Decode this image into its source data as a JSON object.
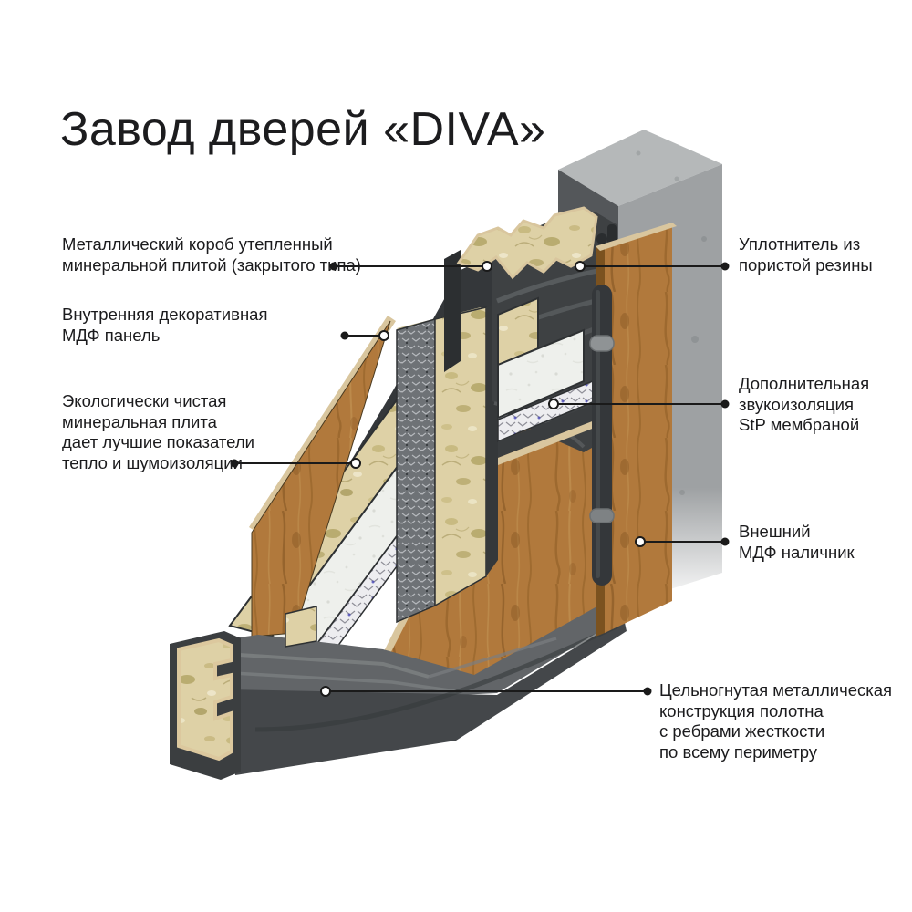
{
  "title": "Завод дверей «DIVA»",
  "labels": {
    "left": [
      {
        "id": "metal-box",
        "lines": [
          "Металлический короб утепленный",
          "минеральной плитой (закрытого типа)"
        ]
      },
      {
        "id": "inner-mdf",
        "lines": [
          "Внутренняя декоративная",
          "МДФ панель"
        ]
      },
      {
        "id": "mineral-board",
        "lines": [
          "Экологически чистая",
          "минеральная плита",
          "дает лучшие показатели",
          "тепло и шумоизоляции"
        ]
      }
    ],
    "right": [
      {
        "id": "rubber-seal",
        "lines": [
          "Уплотнитель из",
          "пористой резины"
        ]
      },
      {
        "id": "stp-membrane",
        "lines": [
          "Дополнительная",
          "звукоизоляция",
          "StP мембраной"
        ]
      },
      {
        "id": "outer-casing",
        "lines": [
          "Внешний",
          "МДФ наличник"
        ]
      },
      {
        "id": "bent-metal-frame",
        "lines": [
          "Цельногнутая металлическая",
          "конструкция полотна",
          "с ребрами жесткости",
          "по всему периметру"
        ]
      }
    ]
  },
  "colors": {
    "text": "#1a1a1a",
    "wood": "#b1793c",
    "wood_edge": "#d9c69e",
    "mineral_wool": "#ded1a6",
    "metal_dark": "#3e4143",
    "concrete": "#9ea1a3",
    "foam": "#eef0ec"
  }
}
